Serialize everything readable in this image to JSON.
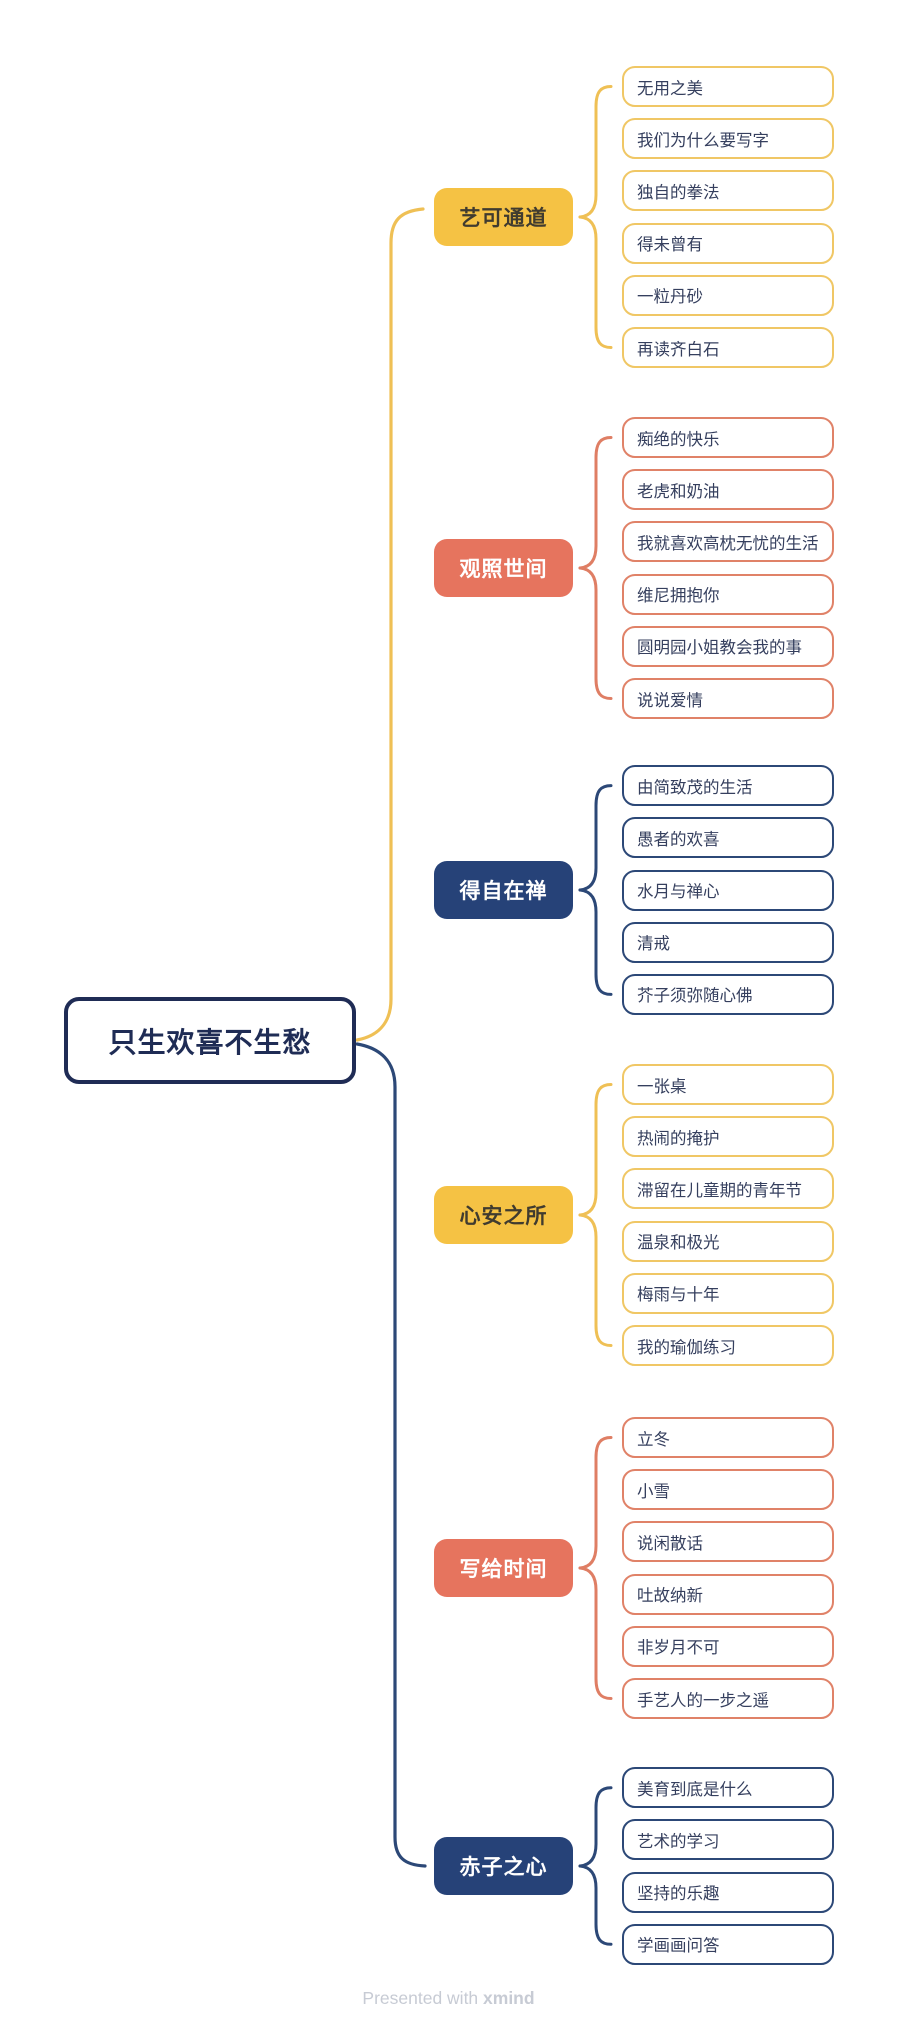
{
  "root": {
    "label": "只生欢喜不生愁"
  },
  "branches": [
    {
      "label": "艺可通道",
      "color": "yellow",
      "children": [
        "无用之美",
        "我们为什么要写字",
        "独自的拳法",
        "得未曾有",
        "一粒丹砂",
        "再读齐白石"
      ]
    },
    {
      "label": "观照世间",
      "color": "salmon",
      "children": [
        "痴绝的快乐",
        "老虎和奶油",
        "我就喜欢高枕无忧的生活",
        "维尼拥抱你",
        "圆明园小姐教会我的事",
        "说说爱情"
      ]
    },
    {
      "label": "得自在禅",
      "color": "navy",
      "children": [
        "由简致茂的生活",
        "愚者的欢喜",
        "水月与禅心",
        "清戒",
        "芥子须弥随心佛"
      ]
    },
    {
      "label": "心安之所",
      "color": "yellow",
      "children": [
        "一张桌",
        "热闹的掩护",
        "滞留在儿童期的青年节",
        "温泉和极光",
        "梅雨与十年",
        "我的瑜伽练习"
      ]
    },
    {
      "label": "写给时间",
      "color": "salmon",
      "children": [
        "立冬",
        "小雪",
        "说闲散话",
        "吐故纳新",
        "非岁月不可",
        "手艺人的一步之遥"
      ]
    },
    {
      "label": "赤子之心",
      "color": "navy",
      "children": [
        "美育到底是什么",
        "艺术的学习",
        "坚持的乐趣",
        "学画画问答"
      ]
    }
  ],
  "footer": {
    "prefix": "Presented with ",
    "brand": "xmind"
  },
  "palette": {
    "yellow": {
      "fill": "#F5C244",
      "text": "#403B2F",
      "line": "#EFC055",
      "child_border": "#F0C765"
    },
    "salmon": {
      "fill": "#E6745E",
      "text": "#FFFFFF",
      "line": "#DF7E64",
      "child_border": "#E08268"
    },
    "navy": {
      "fill": "#264278",
      "text": "#FFFFFF",
      "line": "#2C4877",
      "child_border": "#2C4877"
    },
    "central_border": "#1F2C55",
    "central_text": "#1F2C55",
    "child_text": "#353F5E",
    "footer_text": "#C7CBD4",
    "background": "#FFFFFF"
  }
}
